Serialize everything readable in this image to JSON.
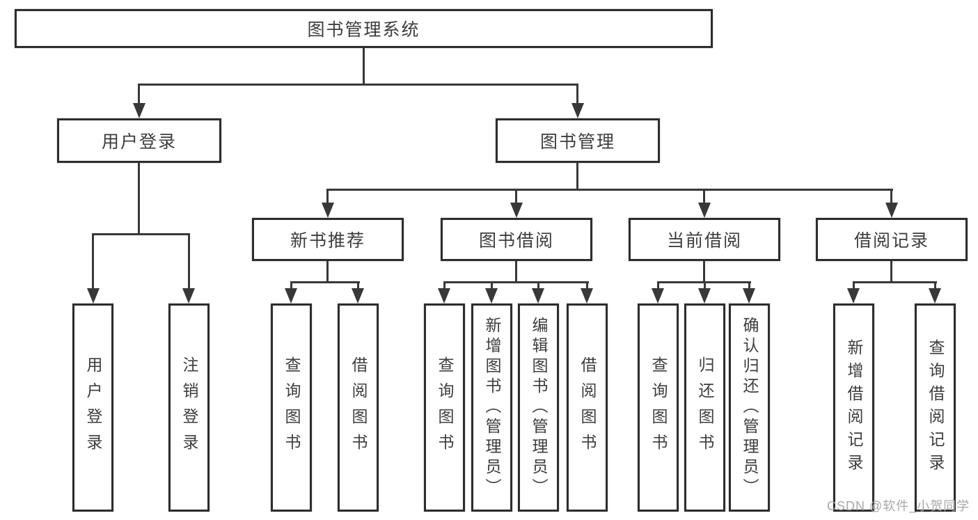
{
  "diagram_title": "图书管理系统",
  "tree": {
    "label": "图书管理系统",
    "children": [
      {
        "label": "用户登录",
        "children": [
          {
            "label": "用户登录"
          },
          {
            "label": "注销登录"
          }
        ]
      },
      {
        "label": "图书管理",
        "children": [
          {
            "label": "新书推荐",
            "children": [
              {
                "label": "查询图书"
              },
              {
                "label": "借阅图书"
              }
            ]
          },
          {
            "label": "图书借阅",
            "children": [
              {
                "label": "查询图书"
              },
              {
                "label": "新增图书（管理员）"
              },
              {
                "label": "编辑图书（管理员）"
              },
              {
                "label": "借阅图书"
              }
            ]
          },
          {
            "label": "当前借阅",
            "children": [
              {
                "label": "查询图书"
              },
              {
                "label": "归还图书"
              },
              {
                "label": "确认归还（管理员）"
              }
            ]
          },
          {
            "label": "借阅记录",
            "children": [
              {
                "label": "新增借阅记录"
              },
              {
                "label": "查询借阅记录"
              }
            ]
          }
        ]
      }
    ]
  },
  "watermark": {
    "text": "CSDN @软件_小贺同学",
    "color": "#a8a8a8"
  },
  "colors": {
    "line": "#383838",
    "border": "#2d2d2d",
    "text": "#3d3d3d",
    "background": "#ffffff"
  }
}
